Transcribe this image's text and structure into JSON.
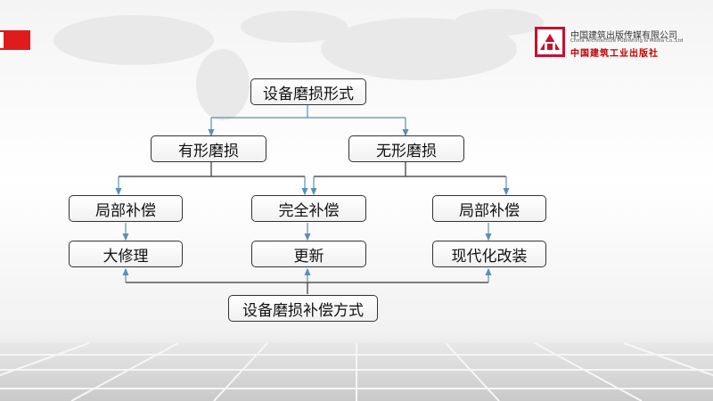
{
  "header": {
    "publisher_cn": "中国建筑出版传媒有限公司",
    "publisher_en": "China Architecture Publishing & Media Co.,Ltd",
    "publisher_cn2": "中国建筑工业出版社"
  },
  "diagram": {
    "root": "设备磨损形式",
    "tangible": "有形磨损",
    "intangible": "无形磨损",
    "partial_left": "局部补偿",
    "complete": "完全补偿",
    "partial_right": "局部补偿",
    "overhaul": "大修理",
    "renewal": "更新",
    "modernization": "现代化改装",
    "compensation": "设备磨损补偿方式"
  },
  "colors": {
    "accent": "#e01b1b",
    "connector": "#5b8fb3"
  }
}
